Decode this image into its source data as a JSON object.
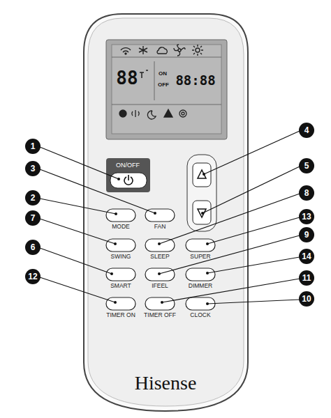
{
  "diagram": {
    "labels": [
      "ON/OFF",
      "MODE",
      "FAN",
      "SWING",
      "SLEEP",
      "SUPER",
      "SMART",
      "IFEEL",
      "DIMMER",
      "TIMER ON",
      "TIMER OFF",
      "CLOCK",
      "1",
      "3",
      "2",
      "7",
      "6",
      "12",
      "4",
      "5",
      "8",
      "13",
      "9",
      "14",
      "11",
      "10",
      "88",
      "ON",
      "OFF",
      "88:88",
      "Hisense"
    ]
  }
}
